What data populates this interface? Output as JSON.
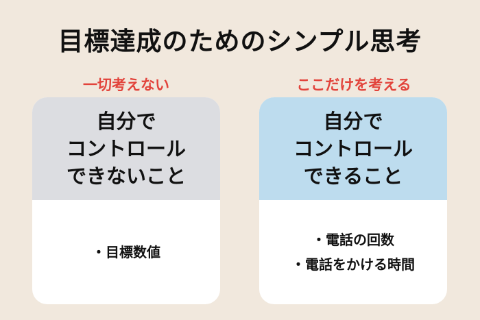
{
  "title": "目標達成のためのシンプル思考",
  "left": {
    "heading": "一切考えない",
    "box_lines": [
      "自分で",
      "コントロール",
      "できないこと"
    ],
    "items": [
      "・目標数値"
    ]
  },
  "right": {
    "heading": "ここだけを考える",
    "box_lines": [
      "自分で",
      "コントロール",
      "できること"
    ],
    "items": [
      "・電話の回数",
      "・電話をかける時間"
    ]
  },
  "colors": {
    "background": "#f1e8dd",
    "accent_red": "#e2433b",
    "left_box": "#dcdde1",
    "right_box": "#bddcee"
  }
}
